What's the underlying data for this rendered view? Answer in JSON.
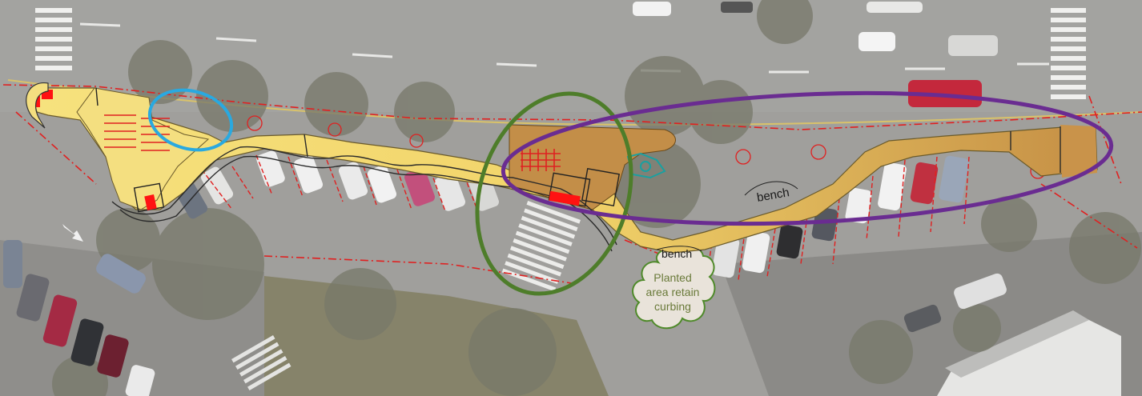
{
  "annotations": {
    "bench_upper": "bench",
    "bench_lower": "bench",
    "planted_line1": "Planted",
    "planted_line2": "area retain",
    "planted_line3": "curbing"
  },
  "colors": {
    "asphalt": "#9c9c9a",
    "asphalt_dark": "#8a8a88",
    "plaza_fill": "#f2d873",
    "plaza_brown": "#c9934a",
    "marking_red": "#e02020",
    "block_red": "#ff1010",
    "circle_blue": "#29a9e0",
    "circle_green": "#4e7d2a",
    "ellipse_purple": "#6a2c91",
    "tree_canopy": "#6f7a5a",
    "planted_fill": "#e8e2d8",
    "planted_stroke": "#5a8a2a"
  }
}
